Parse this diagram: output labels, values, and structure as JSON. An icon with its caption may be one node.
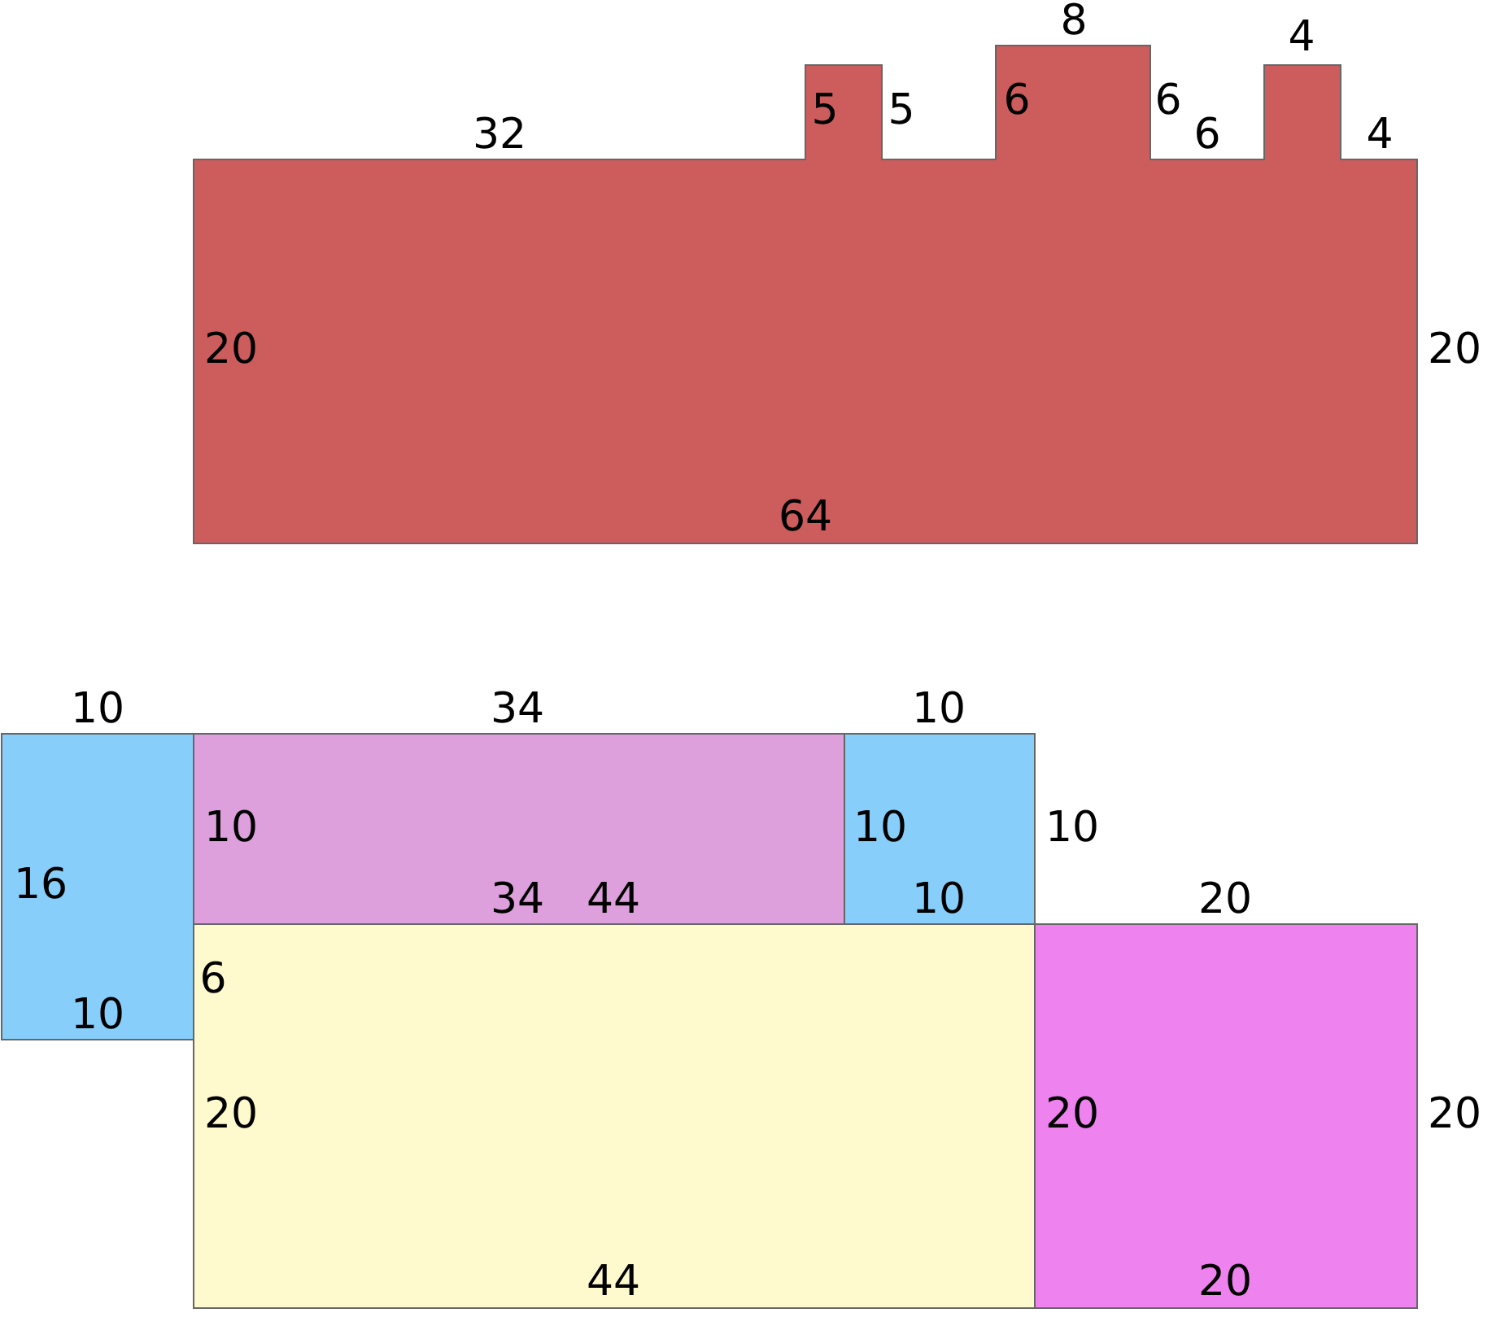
{
  "diagram": {
    "labels": [
      "8",
      "4",
      "32",
      "5",
      "5",
      "6",
      "6",
      "6",
      "4",
      "20",
      "20",
      "64",
      "10",
      "34",
      "10",
      "10",
      "10",
      "10",
      "16",
      "34",
      "44",
      "10",
      "20",
      "6",
      "10",
      "20",
      "20",
      "20",
      "44",
      "20"
    ]
  }
}
